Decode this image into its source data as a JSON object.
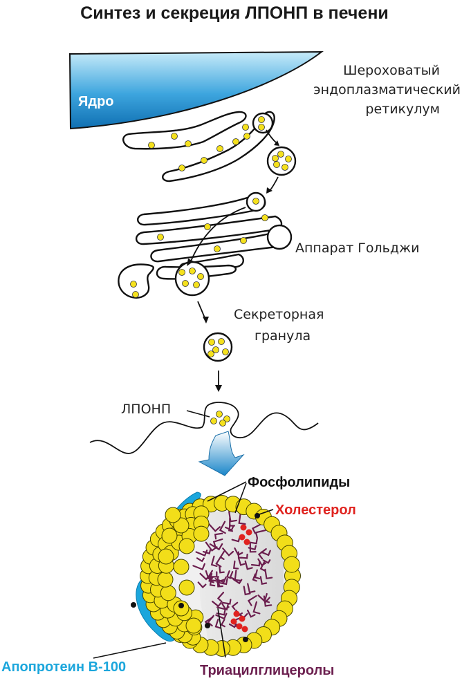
{
  "title": "Синтез и секреция ЛПОНП в печени",
  "labels": {
    "nucleus": "Ядро",
    "rough_er_line1": "Шероховатый",
    "rough_er_line2": "эндоплазматический",
    "rough_er_line3": "ретикулум",
    "golgi": "Аппарат Гольджи",
    "granule_line1": "Секреторная",
    "granule_line2": "гранула",
    "vldl": "ЛПОНП",
    "phospholipids": "Фосфолипиды",
    "cholesterol": "Холестерол",
    "apoprotein": "Апопротеин B-100",
    "triacylglycerols": "Триацилглицеролы"
  },
  "colors": {
    "lipid_dot": "#f5e11d",
    "phospholipid": "#f2de19",
    "apoprotein": "#1ba6dc",
    "cholesterol": "#e0231f",
    "cholesterol_label": "#e0231f",
    "apoprotein_label": "#1ba6dc",
    "triacylglycerol": "#6b1e4e",
    "triacylglycerol_label": "#6b1e4e",
    "nucleus_top": "#bfe6f7",
    "nucleus_bottom": "#1479b8"
  }
}
